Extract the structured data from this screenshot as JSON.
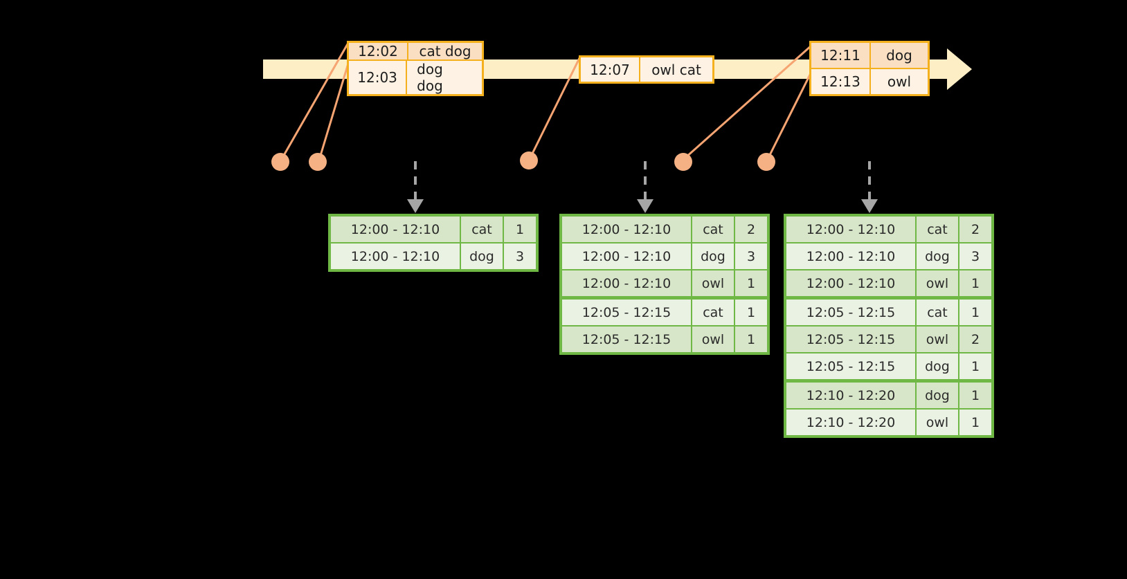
{
  "diagram": {
    "title": "sliding-window-word-count",
    "colors": {
      "timeline_fill": "#fdeec6",
      "event_border": "#f5b01e",
      "event_fill": "#fdf2e3",
      "event_fill_shade": "#fadfc3",
      "dot": "#f5b183",
      "connector": "#f5a472",
      "table_border": "#6fb846",
      "table_fill": "#eaf2e3",
      "table_fill_alt": "#d7e6c8",
      "arrow": "#a6a6a6",
      "background": "#000000"
    }
  },
  "timeline": {
    "name": "event-stream-timeline",
    "events": [
      {
        "box_id": "event-box-1",
        "rows": [
          {
            "time": "12:02",
            "words": "cat dog"
          },
          {
            "time": "12:03",
            "words": "dog dog"
          }
        ]
      },
      {
        "box_id": "event-box-2",
        "rows": [
          {
            "time": "12:07",
            "words": "owl cat"
          }
        ]
      },
      {
        "box_id": "event-box-3",
        "rows": [
          {
            "time": "12:11",
            "words": "dog"
          },
          {
            "time": "12:13",
            "words": "owl"
          }
        ]
      }
    ]
  },
  "dots": [
    {
      "name": "event-dot-1202"
    },
    {
      "name": "event-dot-1203"
    },
    {
      "name": "event-dot-1207"
    },
    {
      "name": "event-dot-1211"
    },
    {
      "name": "event-dot-1213"
    }
  ],
  "results": [
    {
      "name": "result-table-1",
      "rows": [
        {
          "window": "12:00 - 12:10",
          "word": "cat",
          "count": "1",
          "alt": true,
          "sep": false
        },
        {
          "window": "12:00 - 12:10",
          "word": "dog",
          "count": "3",
          "alt": false,
          "sep": false
        }
      ]
    },
    {
      "name": "result-table-2",
      "rows": [
        {
          "window": "12:00 - 12:10",
          "word": "cat",
          "count": "2",
          "alt": true,
          "sep": false
        },
        {
          "window": "12:00 - 12:10",
          "word": "dog",
          "count": "3",
          "alt": false,
          "sep": false
        },
        {
          "window": "12:00 - 12:10",
          "word": "owl",
          "count": "1",
          "alt": true,
          "sep": false
        },
        {
          "window": "12:05 - 12:15",
          "word": "cat",
          "count": "1",
          "alt": false,
          "sep": true
        },
        {
          "window": "12:05 - 12:15",
          "word": "owl",
          "count": "1",
          "alt": true,
          "sep": false
        }
      ]
    },
    {
      "name": "result-table-3",
      "rows": [
        {
          "window": "12:00 - 12:10",
          "word": "cat",
          "count": "2",
          "alt": true,
          "sep": false
        },
        {
          "window": "12:00 - 12:10",
          "word": "dog",
          "count": "3",
          "alt": false,
          "sep": false
        },
        {
          "window": "12:00 - 12:10",
          "word": "owl",
          "count": "1",
          "alt": true,
          "sep": false
        },
        {
          "window": "12:05 - 12:15",
          "word": "cat",
          "count": "1",
          "alt": false,
          "sep": true
        },
        {
          "window": "12:05 - 12:15",
          "word": "owl",
          "count": "2",
          "alt": true,
          "sep": false
        },
        {
          "window": "12:05 - 12:15",
          "word": "dog",
          "count": "1",
          "alt": false,
          "sep": false
        },
        {
          "window": "12:10 - 12:20",
          "word": "dog",
          "count": "1",
          "alt": true,
          "sep": true
        },
        {
          "window": "12:10 - 12:20",
          "word": "owl",
          "count": "1",
          "alt": false,
          "sep": false
        }
      ]
    }
  ]
}
